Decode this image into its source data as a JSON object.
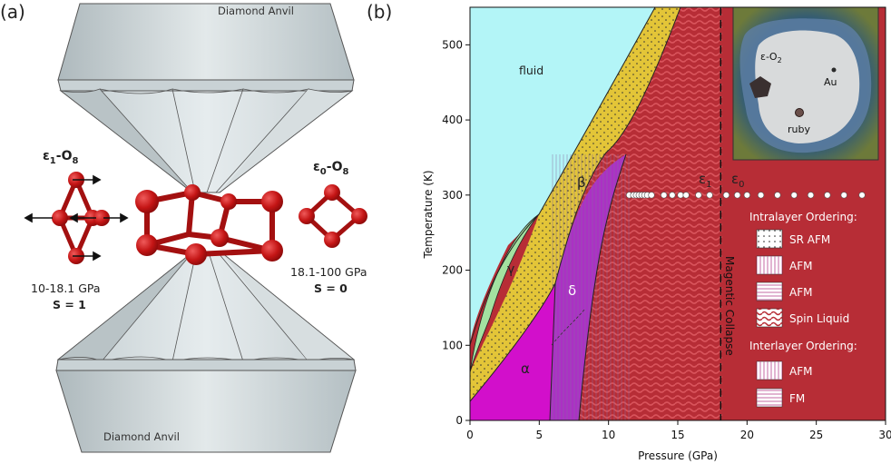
{
  "panel_a": {
    "label": "(a)",
    "anvil_top_label": "Diamond Anvil",
    "anvil_bottom_label": "Diamond Anvil",
    "left_phase": {
      "eps": "ε",
      "sub1": "1",
      "dash": "-O",
      "sub2": "8",
      "pressure": "10-18.1 GPa",
      "spin": "S = 1"
    },
    "right_phase": {
      "eps": "ε",
      "sub1": "0",
      "dash": "-O",
      "sub2": "8",
      "pressure": "18.1-100 GPa",
      "spin": "S = 0"
    }
  },
  "panel_b": {
    "label": "(b)",
    "region_labels": {
      "fluid": "fluid",
      "beta": "β",
      "gamma": "γ",
      "delta": "δ",
      "alpha": "α",
      "eps1": "ε",
      "eps1_sub": "1",
      "eps0": "ε",
      "eps0_sub": "0",
      "collapse": "Magentic Collapse"
    },
    "inset": {
      "eps_o2": "ε-O",
      "eps_o2_sub": "2",
      "au": "Au",
      "ruby": "ruby"
    },
    "legend": {
      "intralayer_title": "Intralayer Ordering:",
      "intralayer_items": [
        "SR AFM",
        "AFM",
        "AFM",
        "Spin Liquid"
      ],
      "interlayer_title": "Interlayer Ordering:",
      "interlayer_items": [
        "AFM",
        "FM"
      ]
    },
    "colors": {
      "fluid": "#b3f5f7",
      "beta": "#e3c538",
      "gamma": "#a3e1a0",
      "delta": "#ab31c4",
      "alpha": "#d20fcb",
      "spin_liquid": "#b72d36"
    }
  },
  "chart_data": {
    "type": "scatter",
    "xlabel": "Pressure (GPa)",
    "ylabel": "Temperature (K)",
    "xlim": [
      0,
      30
    ],
    "ylim": [
      0,
      550
    ],
    "xticks": [
      0,
      5,
      10,
      15,
      20,
      25,
      30
    ],
    "yticks": [
      0,
      100,
      200,
      300,
      400,
      500
    ],
    "magnetic_collapse_pressure": 18.1,
    "series": [
      {
        "x": [
          11.5,
          11.8,
          12.0,
          12.2,
          12.4,
          12.6,
          12.8,
          13.1,
          14.0,
          14.6,
          15.2,
          15.6,
          16.5,
          17.3,
          18.5,
          19.3,
          20.0,
          21.0,
          22.2,
          23.4,
          24.6,
          25.8,
          27.0,
          28.3
        ],
        "y": [
          300,
          300,
          300,
          300,
          300,
          300,
          300,
          300,
          300,
          300,
          300,
          300,
          300,
          300,
          300,
          300,
          300,
          300,
          300,
          300,
          300,
          300,
          300,
          300
        ]
      }
    ]
  }
}
